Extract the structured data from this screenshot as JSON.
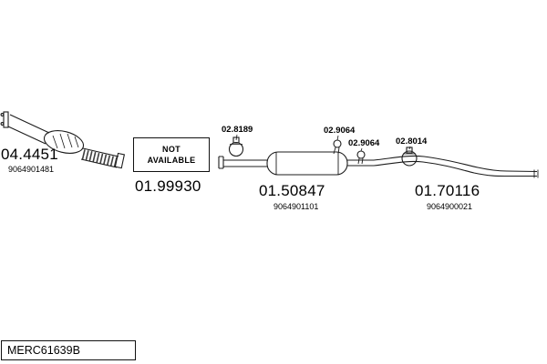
{
  "page": {
    "background": "#ffffff",
    "line_color": "#1c1c1c"
  },
  "footer": {
    "drawing_id": "MERC61639B"
  },
  "parts": {
    "front_pipe": {
      "code": "04.4451",
      "number": "9064901481"
    },
    "not_available": {
      "code": "01.99930",
      "status_line1": "NOT",
      "status_line2": "AVAILABLE"
    },
    "clamp_front": {
      "code": "02.8189"
    },
    "middle_silencer": {
      "code": "01.50847",
      "number": "9064901101"
    },
    "hanger_1": {
      "code": "02.9064"
    },
    "hanger_2": {
      "code": "02.9064"
    },
    "clamp_rear": {
      "code": "02.8014"
    },
    "rear_pipe": {
      "code": "01.70116",
      "number": "9064900021"
    }
  }
}
